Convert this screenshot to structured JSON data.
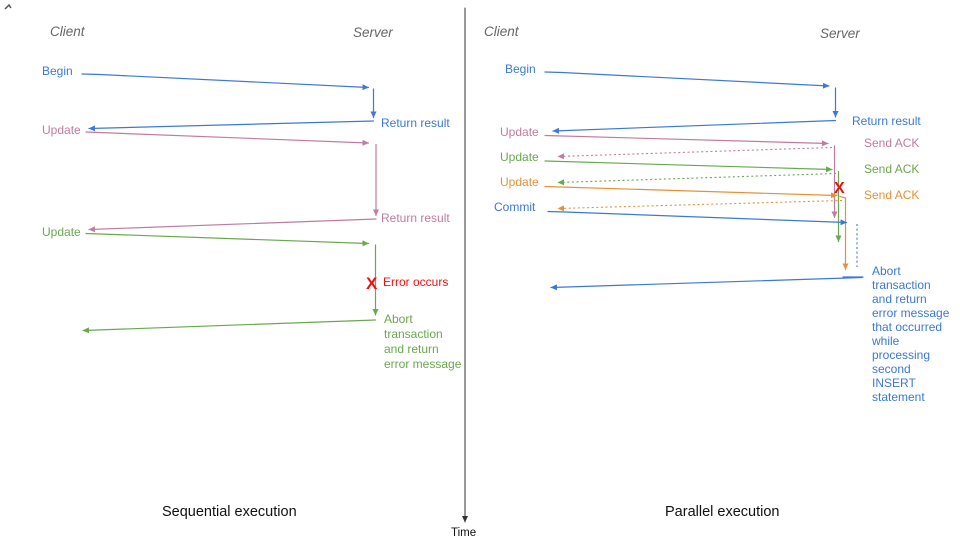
{
  "colors": {
    "blue": "#3c78d8",
    "pink": "#c27ba0",
    "green": "#6aa84f",
    "orange": "#e69138",
    "red": "#ee1111",
    "header_gray": "#666666",
    "caption_black": "#111111"
  },
  "left": {
    "caption": "Sequential execution",
    "client": "Client",
    "server": "Server",
    "begin": "Begin",
    "return_result_1": "Return result",
    "update_1": "Update",
    "return_result_2": "Return result",
    "update_2": "Update",
    "error_mark": "X",
    "error_text": "Error occurs",
    "abort": [
      "Abort",
      "transaction",
      "and return",
      "error message"
    ]
  },
  "right": {
    "caption": "Parallel execution",
    "client": "Client",
    "server": "Server",
    "begin": "Begin",
    "return_result": "Return result",
    "update_1": "Update",
    "ack_1": "Send ACK",
    "update_2": "Update",
    "ack_2": "Send ACK",
    "update_3": "Update",
    "ack_3": "Send ACK",
    "commit": "Commit",
    "error_mark": "X",
    "abort": [
      "Abort",
      "transaction",
      "and return",
      "error message",
      "that occurred",
      "while",
      "processing",
      "second",
      "INSERT",
      "statement"
    ]
  },
  "time": {
    "label": "Time"
  }
}
